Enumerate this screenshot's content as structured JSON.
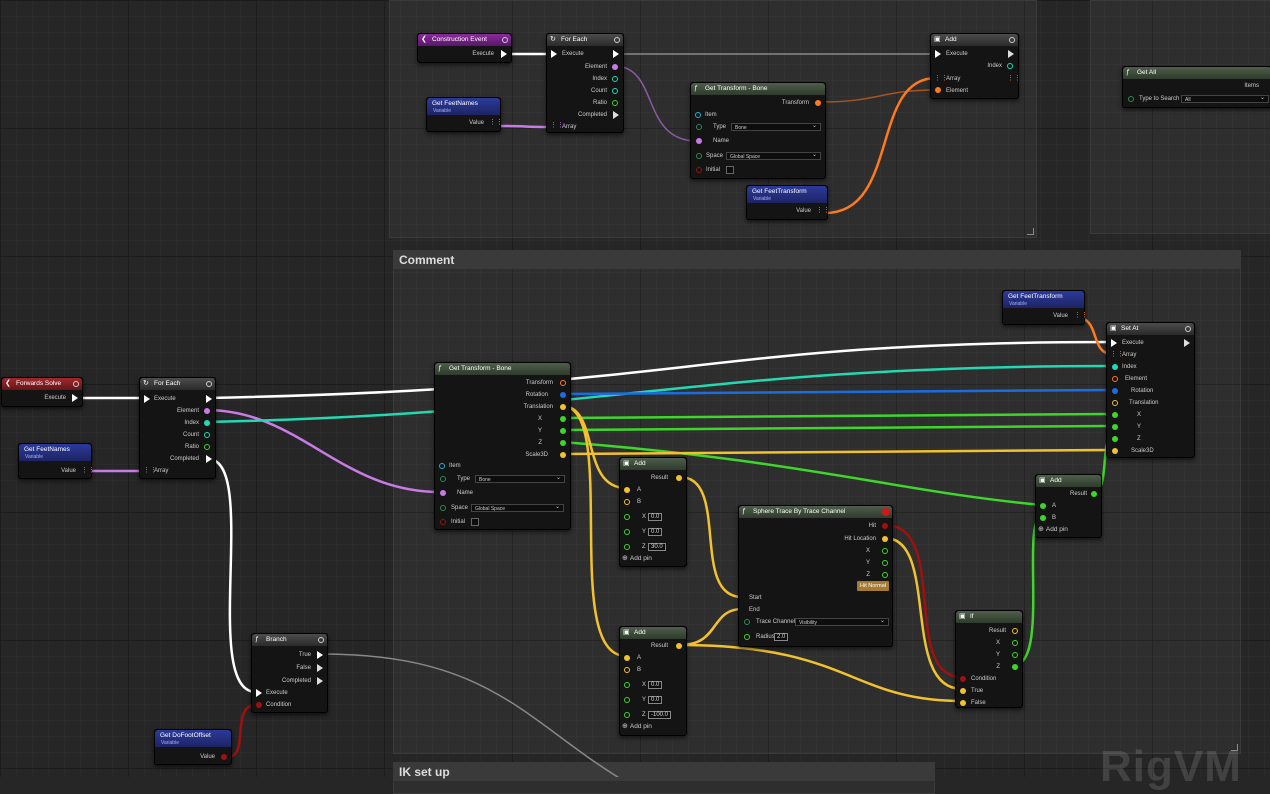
{
  "app": {
    "watermark": "RigVM"
  },
  "comments": {
    "main": "Comment",
    "ik": "IK set up"
  },
  "colors": {
    "exec": "#ffffff",
    "transform": "#ff7a1a",
    "rotation": "#1a6de0",
    "vector": "#f2c22e",
    "float": "#3ed62a",
    "int": "#22d9b1",
    "name": "#c87ae6",
    "bool": "#a01010"
  },
  "pin_labels": {
    "execute": "Execute",
    "element": "Element",
    "index": "Index",
    "count": "Count",
    "ratio": "Ratio",
    "completed": "Completed",
    "array": "Array",
    "value": "Value",
    "variable": "Variable",
    "transform": "Transform",
    "rotation": "Rotation",
    "translation": "Translation",
    "x": "X",
    "y": "Y",
    "z": "Z",
    "scale3d": "Scale3D",
    "item": "Item",
    "type": "Type",
    "name": "Name",
    "space": "Space",
    "initial": "Initial",
    "result": "Result",
    "a": "A",
    "b": "B",
    "add_pin": "Add pin",
    "true": "True",
    "false": "False",
    "condition": "Condition",
    "hit": "Hit",
    "hit_location": "Hit Location",
    "hit_normal": "Hit Normal",
    "start": "Start",
    "end": "End",
    "trace_channel": "Trace Channel",
    "radius": "Radius",
    "items": "Items",
    "type_to_search": "Type to Search"
  },
  "nodes": {
    "construction_event": {
      "title": "Construction Event"
    },
    "for_each_top": {
      "title": "For Each"
    },
    "get_feet_names_top": {
      "title": "Get FeetNames"
    },
    "get_transform_top": {
      "title": "Get Transform - Bone",
      "type_value": "Bone",
      "space_value": "Global Space"
    },
    "add_top": {
      "title": "Add"
    },
    "get_feet_transform_top": {
      "title": "Get FeetTransform"
    },
    "get_all": {
      "title": "Get All",
      "type_value": "All"
    },
    "forwards_solve": {
      "title": "Forwards Solve"
    },
    "for_each_main": {
      "title": "For Each"
    },
    "get_feet_names_main": {
      "title": "Get FeetNames"
    },
    "get_transform_main": {
      "title": "Get Transform - Bone",
      "type_value": "Bone",
      "space_value": "Global Space"
    },
    "get_feet_transform_main": {
      "title": "Get FeetTransform"
    },
    "set_at": {
      "title": "Set At"
    },
    "add_1": {
      "title": "Add",
      "x": "0.0",
      "y": "0.0",
      "z": "30.0"
    },
    "add_2": {
      "title": "Add",
      "x": "0.0",
      "y": "0.0",
      "z": "-100.0"
    },
    "add_3": {
      "title": "Add"
    },
    "sphere_trace": {
      "title": "Sphere Trace By Trace Channel",
      "trace_channel_value": "Visibility",
      "radius_value": "2.0"
    },
    "if_node": {
      "title": "If"
    },
    "branch": {
      "title": "Branch"
    },
    "get_do_foot_offset": {
      "title": "Get DoFootOffset"
    }
  }
}
